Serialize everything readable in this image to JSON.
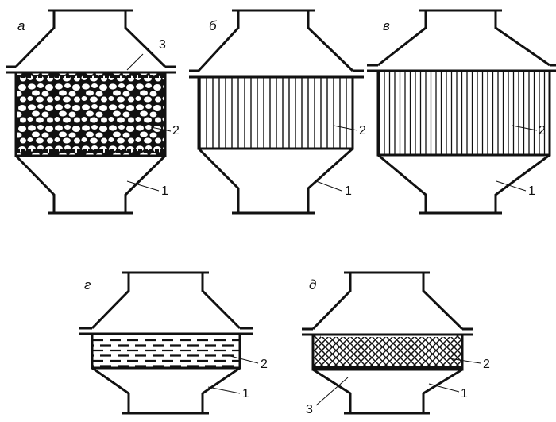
{
  "figures": [
    {
      "id": "a",
      "label": "а",
      "fill": "pebbles",
      "callouts": [
        "1",
        "2",
        "3"
      ]
    },
    {
      "id": "b",
      "label": "б",
      "fill": "vertical-lines",
      "callouts": [
        "1",
        "2"
      ]
    },
    {
      "id": "v",
      "label": "в",
      "fill": "vertical-lines-dense",
      "callouts": [
        "1",
        "2"
      ]
    },
    {
      "id": "g",
      "label": "г",
      "fill": "dashes",
      "callouts": [
        "1",
        "2"
      ]
    },
    {
      "id": "d",
      "label": "д",
      "fill": "crosshatch",
      "callouts": [
        "1",
        "2",
        "3"
      ]
    }
  ],
  "colors": {
    "ink": "#111111",
    "background": "#ffffff"
  }
}
